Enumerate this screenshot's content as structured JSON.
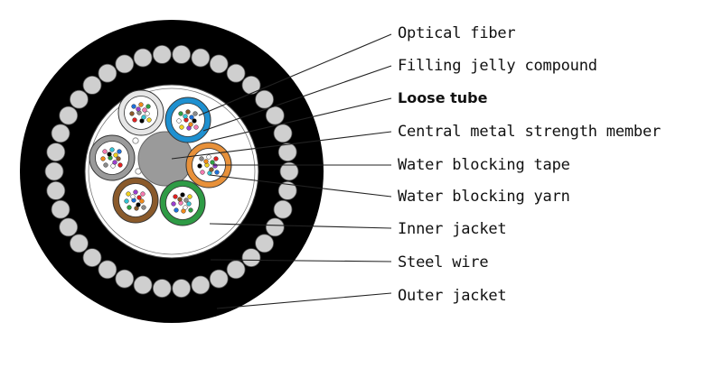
{
  "labels": [
    "Optical fiber",
    "Filling jelly compound",
    "Loose tube",
    "Central metal strength member",
    "Water blocking tape",
    "Water blocking yarn",
    "Inner jacket",
    "Steel wire",
    "Outer jacket"
  ],
  "colors": {
    "outer_jacket": "#000000",
    "steel_wire": "#cfcfcf",
    "inner_jacket": "#000000",
    "core_fill": "#ffffff",
    "central_member": "#9a9a9a",
    "tube_white": "#e6e6e6",
    "tube_blue": "#1e90d0",
    "tube_orange": "#e8913a",
    "tube_green": "#2e9b45",
    "tube_brown": "#8a5a2b",
    "tube_gray": "#9a9a9a",
    "leader_line": "#222222"
  },
  "fiber_colors": [
    "#1e6fd9",
    "#f08a1c",
    "#2ea043",
    "#8b5a2b",
    "#8a8a8a",
    "#ffffff",
    "#e02020",
    "#000000",
    "#f0d020",
    "#9b3fd0",
    "#f47ab0",
    "#35c3d3"
  ]
}
